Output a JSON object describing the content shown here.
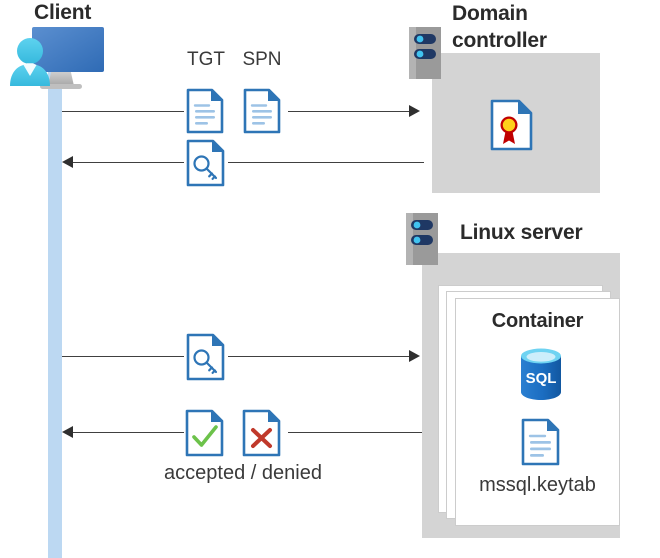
{
  "diagram": {
    "title_client": "Client",
    "title_domain_controller": "Domain\ncontroller",
    "title_domain_controller_line1": "Domain",
    "title_domain_controller_line2": "controller",
    "title_linux_server": "Linux server",
    "title_container": "Container",
    "label_tgt": "TGT",
    "label_spn": "SPN",
    "label_keytab_file": "mssql.keytab",
    "label_accepted_denied": "accepted / denied",
    "sql_icon_text": "SQL"
  },
  "icons": {
    "client_monitor": "monitor-icon",
    "client_person": "person-icon",
    "server_rack": "server-rack-icon",
    "document_tgt": "document-icon",
    "document_spn": "document-icon",
    "ticket_key": "key-document-icon",
    "certificate": "certificate-document-icon",
    "sql_database": "sql-database-icon",
    "keytab_document": "keytab-document-icon",
    "accepted_check": "check-document-icon",
    "denied_cross": "cross-document-icon"
  },
  "flows": [
    {
      "id": "client-to-dc-request",
      "direction": "right",
      "from": "client",
      "to": "domain-controller",
      "payload": "TGT + SPN"
    },
    {
      "id": "dc-to-client-ticket",
      "direction": "left",
      "from": "domain-controller",
      "to": "client",
      "payload": "service ticket"
    },
    {
      "id": "client-to-linux-ticket",
      "direction": "right",
      "from": "client",
      "to": "linux-server",
      "payload": "service ticket"
    },
    {
      "id": "linux-to-client-result",
      "direction": "left",
      "from": "linux-server",
      "to": "client",
      "payload": "accepted / denied"
    }
  ],
  "colors": {
    "lifeline": "#bcd8f2",
    "panel_gray": "#d4d4d4",
    "server_gray": "#9a9a9a",
    "server_bar": "#1f3864",
    "server_dot": "#41c3f0",
    "doc_border": "#2e75b6",
    "doc_fold": "#2e75b6",
    "doc_line": "#9dc3e6",
    "monitor_blue": "#4a7ebb",
    "person_cyan": "#41c3e8",
    "cert_gold": "#ffd11a",
    "cert_ribbon": "#c00000",
    "sql_blue": "#1b6dc1",
    "sql_top": "#6fd3f2",
    "check_green": "#6cc24a",
    "cross_red": "#c0392b",
    "title_text": "#2b2b2b",
    "label_text": "#3a3a3a",
    "line_dark": "#404040"
  }
}
